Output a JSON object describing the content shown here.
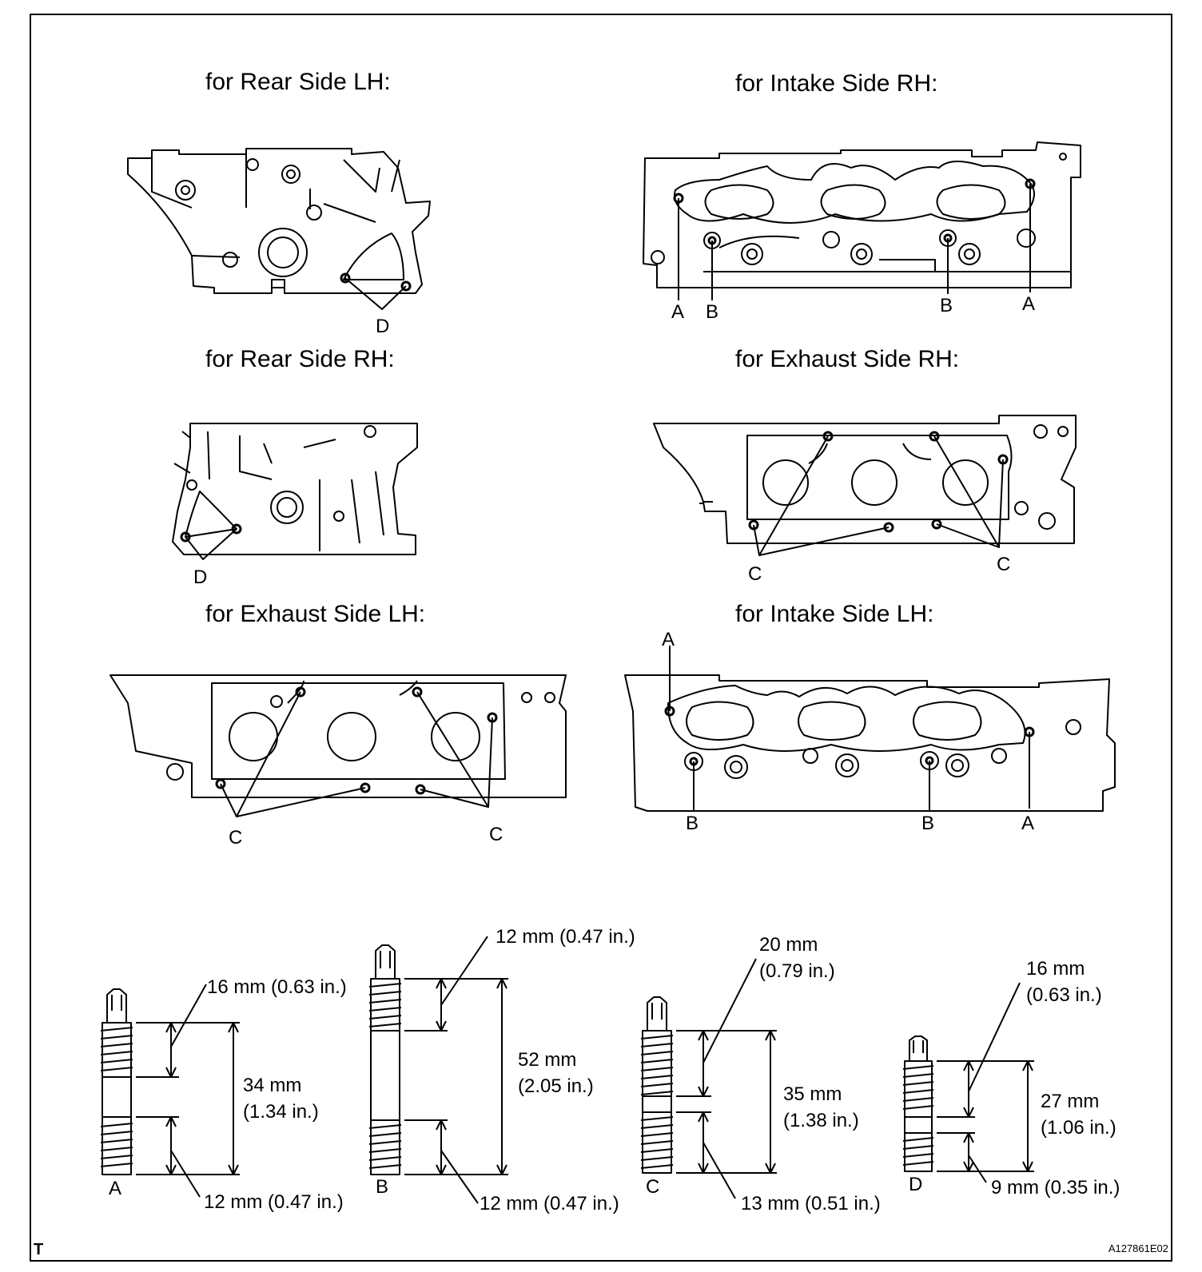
{
  "headings": {
    "rear_lh": "for Rear Side LH:",
    "intake_rh": "for Intake Side RH:",
    "rear_rh": "for Rear Side RH:",
    "exhaust_rh": "for Exhaust Side RH:",
    "exhaust_lh": "for Exhaust Side LH:",
    "intake_lh": "for Intake Side LH:"
  },
  "markers": {
    "a": "A",
    "b": "B",
    "c": "C",
    "d": "D"
  },
  "studs": {
    "a": {
      "label": "A",
      "top_thread": "16 mm (0.63 in.)",
      "total_line1": "34 mm",
      "total_line2": "(1.34 in.)",
      "bottom_thread": "12 mm (0.47 in.)"
    },
    "b": {
      "label": "B",
      "top_thread": "12 mm (0.47 in.)",
      "total_line1": "52 mm",
      "total_line2": "(2.05 in.)",
      "bottom_thread": "12 mm (0.47 in.)"
    },
    "c": {
      "label": "C",
      "top_line1": "20 mm",
      "top_line2": "(0.79 in.)",
      "total_line1": "35 mm",
      "total_line2": "(1.38 in.)",
      "bottom_thread": "13 mm (0.51 in.)"
    },
    "d": {
      "label": "D",
      "top_line1": "16 mm",
      "top_line2": "(0.63 in.)",
      "total_line1": "27 mm",
      "total_line2": "(1.06 in.)",
      "bottom_thread": "9 mm (0.35 in.)"
    }
  },
  "corner_left": "T",
  "figure_id": "A127861E02"
}
